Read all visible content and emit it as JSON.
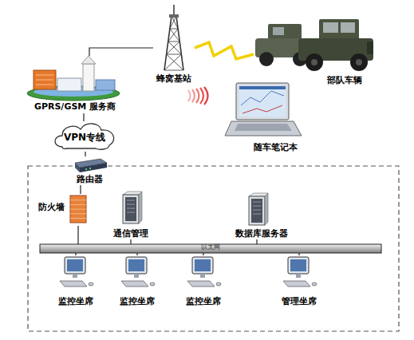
{
  "diagram": {
    "nodes": [
      {
        "text": [
          "GPRS/GSM 服务商"
        ]
      },
      {
        "text": [
          "蜂窝基站"
        ]
      },
      {
        "text": [
          "部队车辆"
        ]
      },
      {
        "text": [
          "随车笔记本"
        ]
      },
      {
        "text": [
          "VPN专线"
        ]
      },
      {
        "text": [
          "路由器"
        ]
      },
      {
        "text": [
          "防火墙"
        ]
      },
      {
        "text": [
          "通信管理"
        ]
      },
      {
        "text": [
          "数据库服务器"
        ]
      },
      {
        "text": [
          "以太网"
        ]
      },
      {
        "text": [
          "监控坐席"
        ]
      },
      {
        "text": [
          "监控坐席"
        ]
      },
      {
        "text": [
          "监控坐席"
        ]
      },
      {
        "text": [
          "管理坐席"
        ]
      }
    ],
    "edges": [
      {
        "from": 0,
        "to": 1,
        "arrow": "none"
      },
      {
        "from": 1,
        "to": 2,
        "arrow": "none"
      },
      {
        "from": 0,
        "to": 4,
        "arrow": "none"
      },
      {
        "from": 4,
        "to": 5,
        "arrow": "none"
      },
      {
        "from": 5,
        "to": 6,
        "arrow": "none"
      },
      {
        "from": 6,
        "to": 9,
        "arrow": "none"
      },
      {
        "from": 7,
        "to": 9,
        "arrow": "none"
      },
      {
        "from": 8,
        "to": 9,
        "arrow": "none"
      },
      {
        "from": 9,
        "to": 10,
        "arrow": "none"
      },
      {
        "from": 9,
        "to": 11,
        "arrow": "none"
      },
      {
        "from": 9,
        "to": 12,
        "arrow": "none"
      },
      {
        "from": 9,
        "to": 13,
        "arrow": "none"
      }
    ]
  }
}
